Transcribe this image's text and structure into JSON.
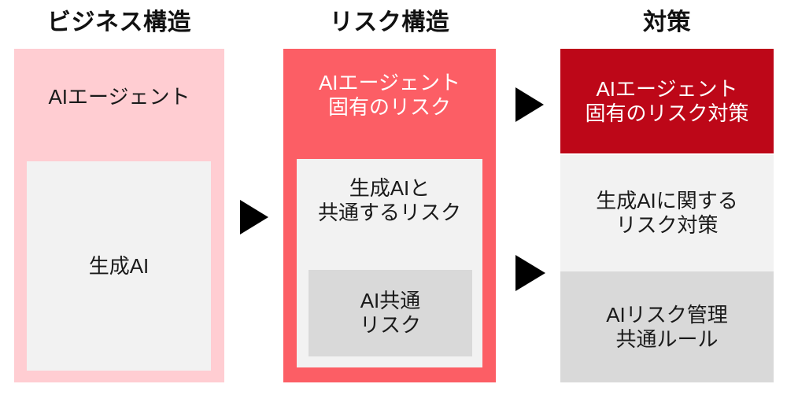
{
  "diagram": {
    "title_row": [
      {
        "id": "business-structure",
        "label": "ビジネス構造"
      },
      {
        "id": "risk-structure",
        "label": "リスク構造"
      },
      {
        "id": "countermeasures",
        "label": "対策"
      }
    ],
    "columns": [
      {
        "id": "business-structure",
        "title": "ビジネス構造",
        "boxes": [
          {
            "id": "ai-agent",
            "label": "AIエージェント",
            "fill": "#ffcdd2",
            "text_color": "#1a1a1a"
          },
          {
            "id": "generative-ai",
            "label": "生成AI",
            "fill": "#f2f2f2",
            "text_color": "#1a1a1a"
          }
        ]
      },
      {
        "id": "risk-structure",
        "title": "リスク構造",
        "boxes": [
          {
            "id": "agent-specific-risk",
            "label": "AIエージェント\n固有のリスク",
            "fill": "#fc5e65",
            "text_color": "#ffffff"
          },
          {
            "id": "shared-generative-ai-risk",
            "label": "生成AIと\n共通するリスク",
            "fill": "#f2f2f2",
            "text_color": "#1a1a1a"
          },
          {
            "id": "ai-common-risk",
            "label": "AI共通\nリスク",
            "fill": "#d9d9d9",
            "text_color": "#1a1a1a"
          }
        ]
      },
      {
        "id": "countermeasures",
        "title": "対策",
        "boxes": [
          {
            "id": "agent-specific-countermeasure",
            "label": "AIエージェント\n固有のリスク対策",
            "fill": "#bd0718",
            "text_color": "#ffffff"
          },
          {
            "id": "generative-ai-countermeasure",
            "label": "生成AIに関する\nリスク対策",
            "fill": "#f2f2f2",
            "text_color": "#1a1a1a"
          },
          {
            "id": "ai-risk-management-rules",
            "label": "AIリスク管理\n共通ルール",
            "fill": "#d9d9d9",
            "text_color": "#1a1a1a"
          }
        ]
      }
    ],
    "arrows": [
      {
        "id": "business-to-risk",
        "icon": "right-triangle-arrow-icon",
        "color": "#000000"
      },
      {
        "id": "risk-to-countermeasure-top",
        "icon": "right-triangle-arrow-icon",
        "color": "#000000"
      },
      {
        "id": "risk-to-countermeasure-bottom",
        "icon": "right-triangle-arrow-icon",
        "color": "#000000"
      }
    ],
    "colors": {
      "pink_light": "#ffcdd2",
      "coral_red": "#fc5e65",
      "dark_red": "#bd0718",
      "gray_light": "#f2f2f2",
      "gray_medium": "#d9d9d9",
      "text_dark": "#1a1a1a",
      "text_light": "#ffffff",
      "background": "#ffffff"
    }
  }
}
